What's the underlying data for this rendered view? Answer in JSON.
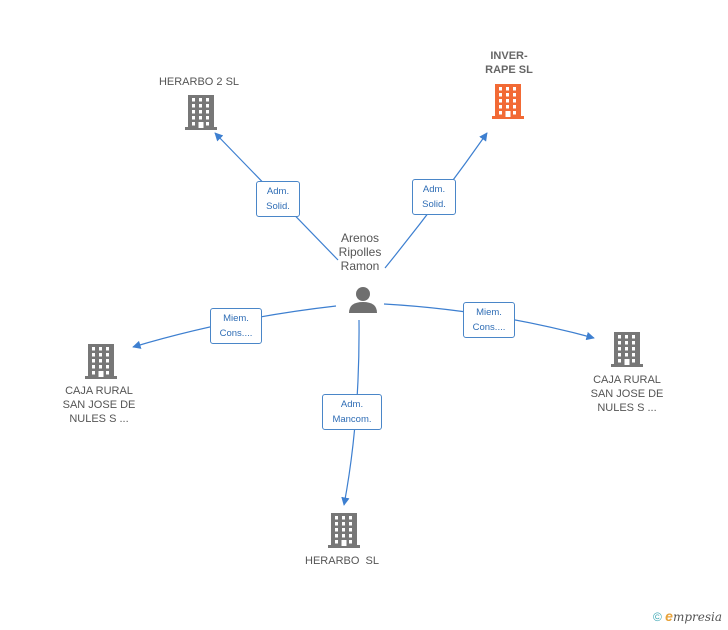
{
  "person": {
    "name_line1": "Arenos",
    "name_line2": "Ripolles",
    "name_line3": "Ramon",
    "icon": "person-icon"
  },
  "nodes": [
    {
      "id": "herarbo2",
      "label_lines": [
        "HERARBO 2 SL"
      ],
      "icon": "building-icon",
      "color": "#777777"
    },
    {
      "id": "inverrape",
      "label_lines": [
        "INVER-",
        "RAPE SL"
      ],
      "icon": "building-icon",
      "color": "#f26a35"
    },
    {
      "id": "caja1",
      "label_lines": [
        "CAJA RURAL",
        "SAN JOSE DE",
        "NULES S ..."
      ],
      "icon": "building-icon",
      "color": "#777777"
    },
    {
      "id": "caja2",
      "label_lines": [
        "CAJA RURAL",
        "SAN JOSE DE",
        "NULES S ..."
      ],
      "icon": "building-icon",
      "color": "#777777"
    },
    {
      "id": "herarbo",
      "label_lines": [
        "HERARBO  SL"
      ],
      "icon": "building-icon",
      "color": "#777777"
    }
  ],
  "edges": [
    {
      "to": "herarbo2",
      "label_lines": [
        "Adm.",
        "Solid."
      ]
    },
    {
      "to": "inverrape",
      "label_lines": [
        "Adm.",
        "Solid."
      ]
    },
    {
      "to": "caja1",
      "label_lines": [
        "Miem.",
        "Cons...."
      ]
    },
    {
      "to": "caja2",
      "label_lines": [
        "Miem.",
        "Cons...."
      ]
    },
    {
      "to": "herarbo",
      "label_lines": [
        "Adm.",
        "Mancom."
      ]
    }
  ],
  "colors": {
    "edge": "#3d7fd0",
    "building": "#777777",
    "highlight": "#f26a35"
  },
  "footer": {
    "copyright": "©",
    "brand_initial": "e",
    "brand_rest": "mpresia"
  }
}
